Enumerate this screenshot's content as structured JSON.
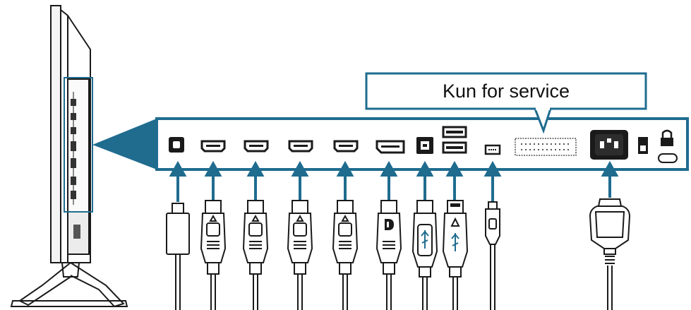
{
  "callout": {
    "label": "Kun for service"
  },
  "colors": {
    "accent": "#1f6c8f",
    "outline": "#1a1a1a",
    "background": "#ffffff"
  },
  "ports": [
    {
      "name": "earphone-jack",
      "icon": "square-jack-icon"
    },
    {
      "name": "hdmi-1",
      "icon": "hdmi-port-icon"
    },
    {
      "name": "hdmi-2",
      "icon": "hdmi-port-icon"
    },
    {
      "name": "hdmi-3",
      "icon": "hdmi-port-icon"
    },
    {
      "name": "hdmi-4",
      "icon": "hdmi-port-icon"
    },
    {
      "name": "displayport",
      "icon": "displayport-port-icon"
    },
    {
      "name": "usb-upstream",
      "icon": "usb-b-port-icon"
    },
    {
      "name": "usb-downstream",
      "icon": "usb-a-port-icon"
    },
    {
      "name": "mini-port",
      "icon": "mini-port-icon"
    },
    {
      "name": "service-port",
      "icon": "service-connector-icon"
    },
    {
      "name": "ac-power-in",
      "icon": "power-socket-icon"
    },
    {
      "name": "power-switch",
      "icon": "power-switch-icon"
    },
    {
      "name": "kensington-lock",
      "icon": "lock-icon"
    }
  ]
}
